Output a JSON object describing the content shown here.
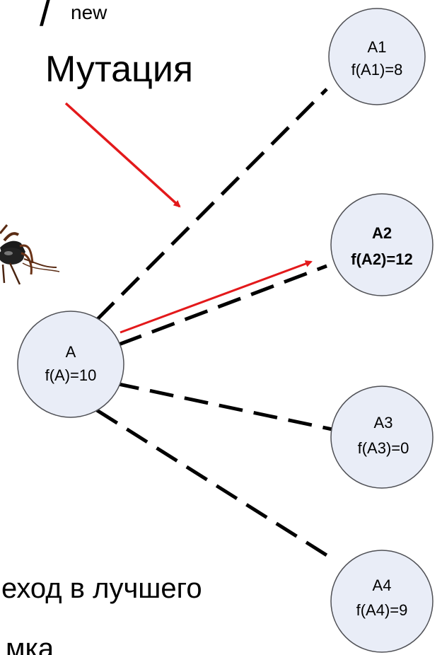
{
  "header": {
    "subscript": "new",
    "mutation_label": "Мутация"
  },
  "footer": {
    "line1": "еход в лучшего",
    "line2": "мка"
  },
  "nodes": {
    "a": {
      "name": "A",
      "value": "f(A)=10"
    },
    "a1": {
      "name": "A1",
      "value": "f(A1)=8"
    },
    "a2": {
      "name": "A2",
      "value": "f(A2)=12"
    },
    "a3": {
      "name": "A3",
      "value": "f(A3)=0"
    },
    "a4": {
      "name": "A4",
      "value": "f(A4)=9"
    }
  },
  "colors": {
    "node_fill": "#e9edf7",
    "node_stroke": "#4f5055",
    "dash_line": "#000000",
    "arrow": "#e3191b"
  },
  "icons": {
    "ant": "ant-icon"
  }
}
